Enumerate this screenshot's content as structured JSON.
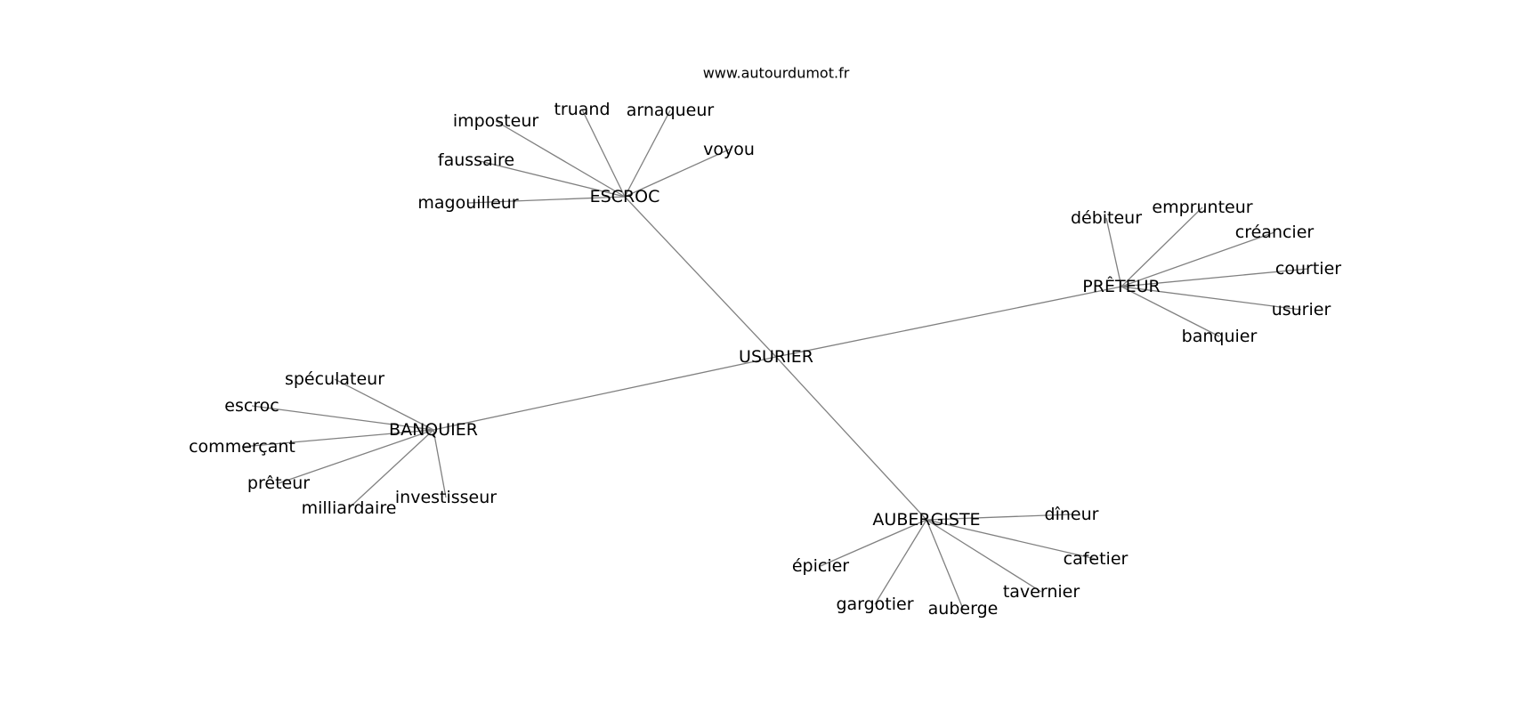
{
  "site": "www.autourdumot.fr",
  "center": "USURIER",
  "hubs": [
    {
      "id": "escroc",
      "label": "ESCROC",
      "leaves": [
        {
          "id": "magouilleur",
          "label": "magouilleur"
        },
        {
          "id": "faussaire",
          "label": "faussaire"
        },
        {
          "id": "imposteur",
          "label": "imposteur"
        },
        {
          "id": "truand",
          "label": "truand"
        },
        {
          "id": "arnaqueur",
          "label": "arnaqueur"
        },
        {
          "id": "voyou",
          "label": "voyou"
        }
      ]
    },
    {
      "id": "preteur",
      "label": "PRÊTEUR",
      "leaves": [
        {
          "id": "debiteur",
          "label": "débiteur"
        },
        {
          "id": "emprunteur",
          "label": "emprunteur"
        },
        {
          "id": "creancier",
          "label": "créancier"
        },
        {
          "id": "courtier",
          "label": "courtier"
        },
        {
          "id": "usurier",
          "label": "usurier"
        },
        {
          "id": "banquier",
          "label": "banquier"
        }
      ]
    },
    {
      "id": "banquier",
      "label": "BANQUIER",
      "leaves": [
        {
          "id": "speculateur",
          "label": "spéculateur"
        },
        {
          "id": "escroc",
          "label": "escroc"
        },
        {
          "id": "commercant",
          "label": "commerçant"
        },
        {
          "id": "preteur",
          "label": "prêteur"
        },
        {
          "id": "milliardaire",
          "label": "milliardaire"
        },
        {
          "id": "investisseur",
          "label": "investisseur"
        }
      ]
    },
    {
      "id": "aubergiste",
      "label": "AUBERGISTE",
      "leaves": [
        {
          "id": "dineur",
          "label": "dîneur"
        },
        {
          "id": "cafetier",
          "label": "cafetier"
        },
        {
          "id": "tavernier",
          "label": "tavernier"
        },
        {
          "id": "auberge",
          "label": "auberge"
        },
        {
          "id": "gargotier",
          "label": "gargotier"
        },
        {
          "id": "epicier",
          "label": "épicier"
        }
      ]
    }
  ]
}
